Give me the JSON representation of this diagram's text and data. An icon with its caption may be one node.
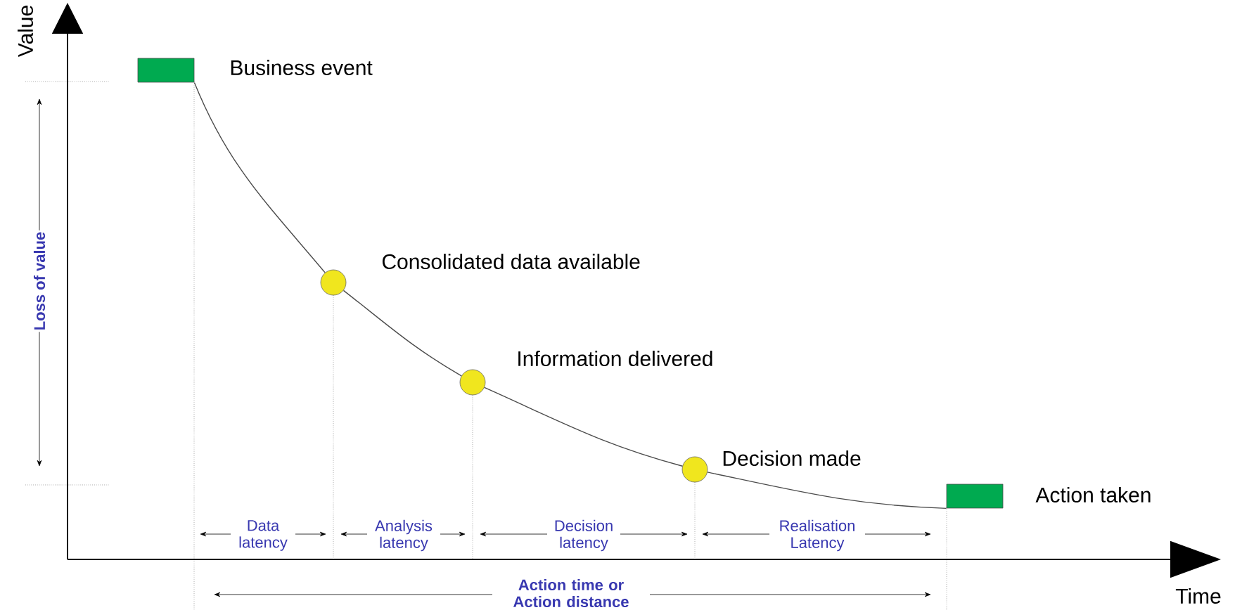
{
  "diagram": {
    "nodes": [
      {
        "text": [],
        "shape": "box",
        "beside": [
          "Business event"
        ]
      },
      {
        "text": [],
        "shape": "circle",
        "beside": [
          "Consolidated data available"
        ]
      },
      {
        "text": [],
        "shape": "circle",
        "beside": [
          "Information delivered"
        ]
      },
      {
        "text": [],
        "shape": "circle",
        "beside": [
          "Decision made"
        ]
      },
      {
        "text": [],
        "shape": "box",
        "beside": [
          "Action taken"
        ]
      }
    ],
    "edges": [
      {
        "from": 0,
        "to": 1,
        "arrow": "none"
      },
      {
        "from": 1,
        "to": 2,
        "arrow": "none"
      },
      {
        "from": 2,
        "to": 3,
        "arrow": "none"
      },
      {
        "from": 3,
        "to": 4,
        "arrow": "none"
      }
    ],
    "labels": [
      "Value",
      "Time",
      "Loss of value",
      "Data latency",
      "Analysis latency",
      "Decision latency",
      "Realisation Latency",
      "Action time or Action distance"
    ]
  }
}
